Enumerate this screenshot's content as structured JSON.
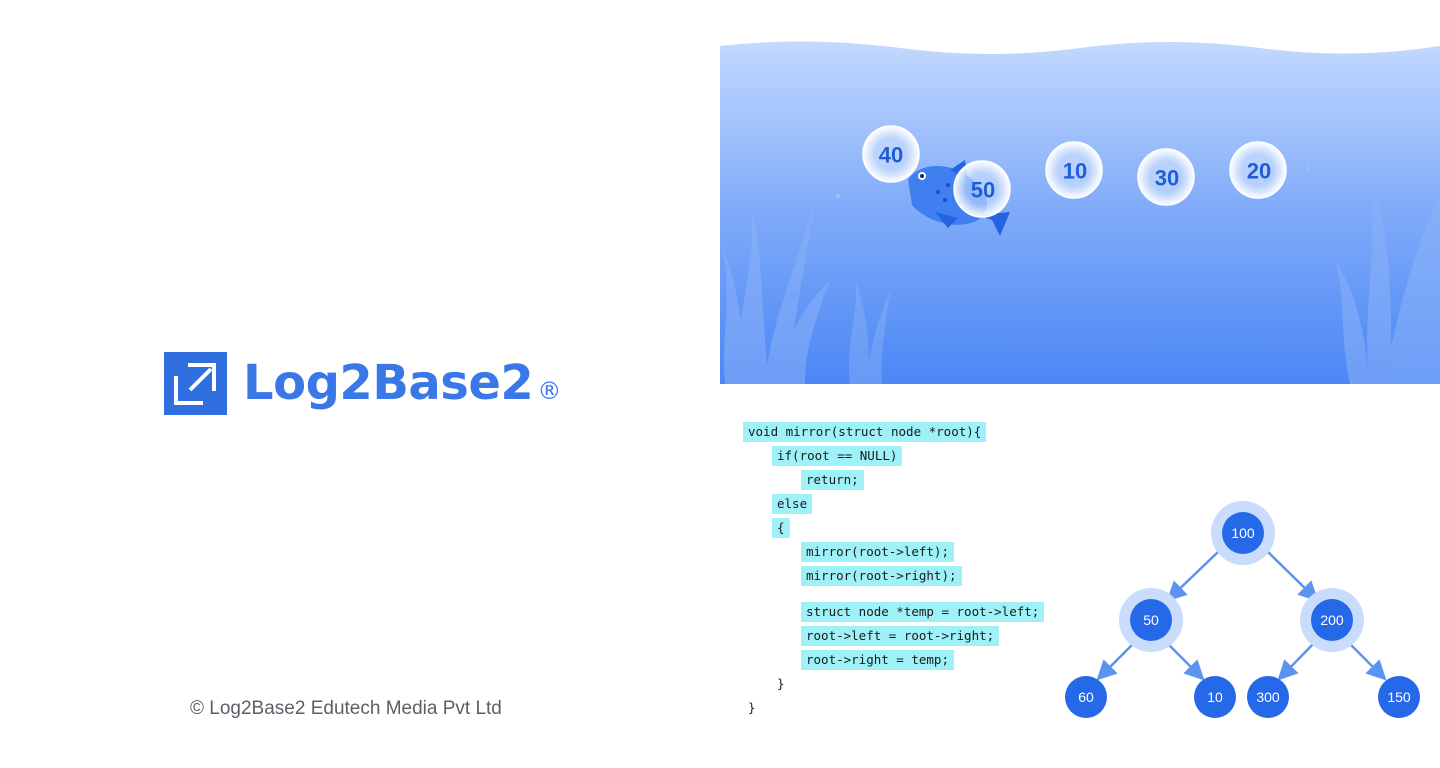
{
  "brand": {
    "name": "Log2Base2",
    "reg_mark": "®"
  },
  "footer": {
    "copyright": "© Log2Base2 Edutech Media Pvt Ltd"
  },
  "ocean": {
    "bubbles": [
      "40",
      "50",
      "10",
      "30",
      "20"
    ]
  },
  "code": {
    "lines": [
      "void mirror(struct node *root){",
      "if(root == NULL)",
      "return;",
      "else",
      "{",
      "mirror(root->left);",
      "mirror(root->right);",
      "struct node *temp = root->left;",
      "root->left = root->right;",
      "root->right = temp;",
      "}",
      "}"
    ]
  },
  "tree": {
    "root": "100",
    "left": "50",
    "right": "200",
    "left_left": "60",
    "left_right": "10",
    "right_left": "300",
    "right_right": "150"
  },
  "colors": {
    "brand_blue": "#2f6fe0",
    "code_highlight": "#9ef1f7",
    "node_blue": "#2568e8"
  }
}
